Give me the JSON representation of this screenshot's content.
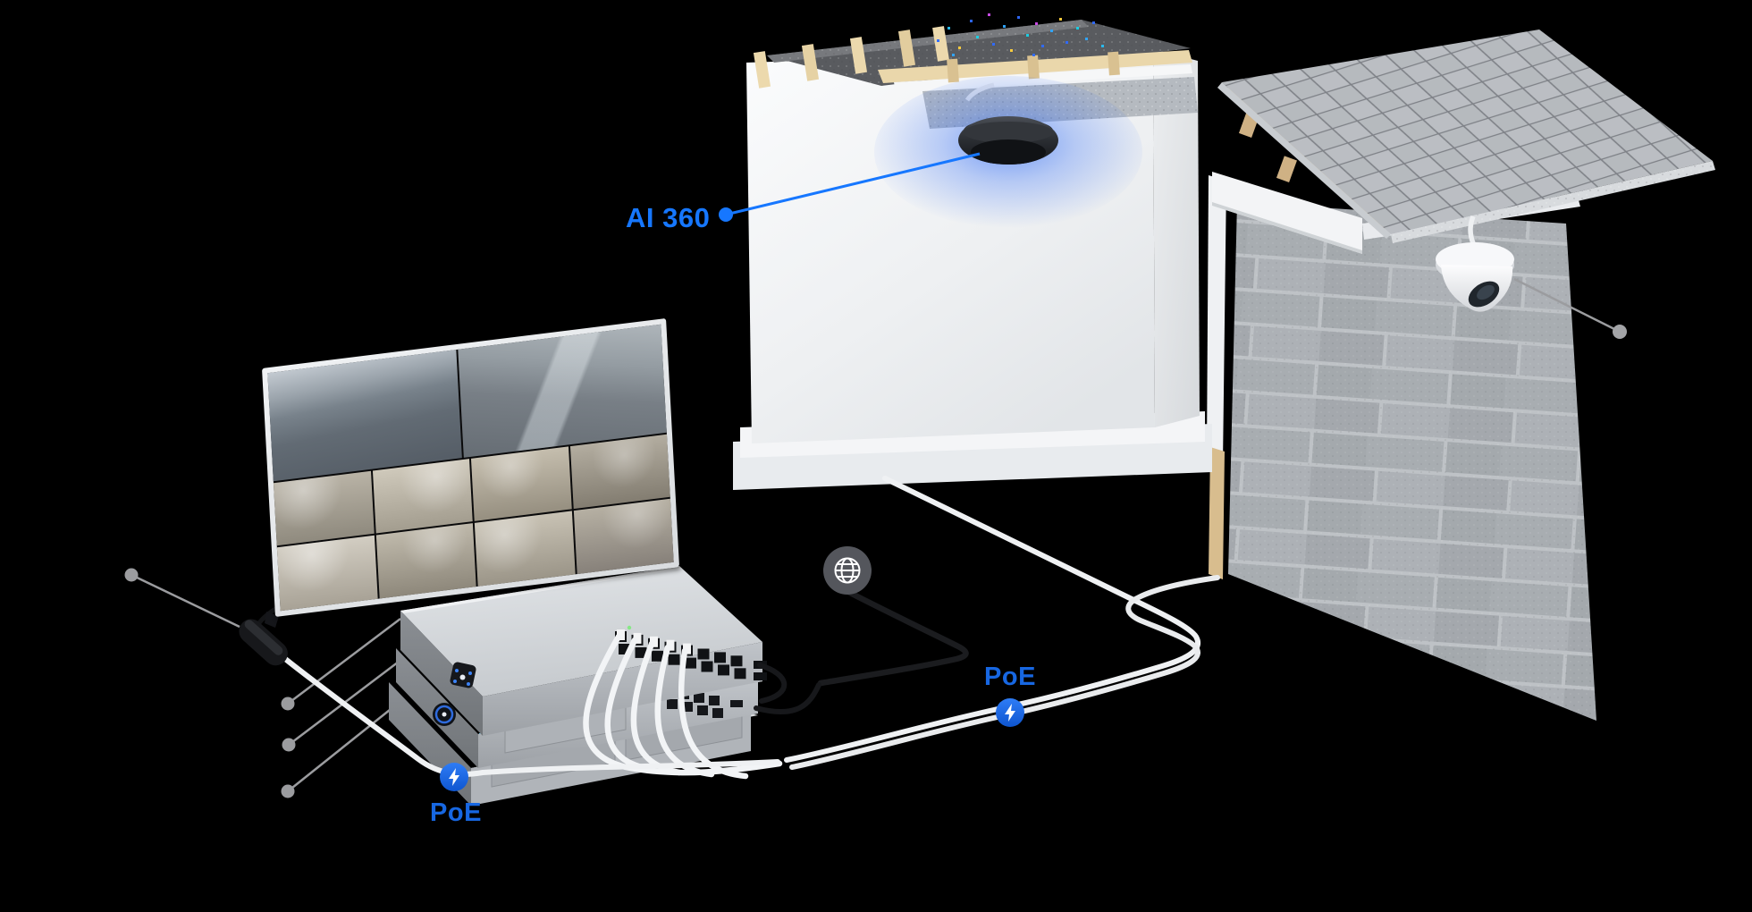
{
  "diagram": {
    "background_color": "#000000",
    "callouts": {
      "ai360": {
        "label": "AI 360",
        "color": "#1677FF"
      },
      "poe_switch": {
        "label": "PoE",
        "color": "#1767E2"
      },
      "poe_camera": {
        "label": "PoE",
        "color": "#1767E2"
      }
    },
    "icons": {
      "globe": "internet-globe-icon",
      "bolt": "poe-lightning-bolt-icon",
      "endpoint": "callout-endpoint-dot"
    },
    "colors": {
      "accent_blue": "#1677FF",
      "poe_text_blue": "#1767E2",
      "poe_badge_blue": "#1C63D6",
      "label_line_grey": "#9B9C9F",
      "cable_white": "#EFF1F3",
      "cable_black": "#1B1C1F",
      "globe_grey": "#54565C"
    },
    "monitor": {
      "feed_tiles": 10
    }
  }
}
